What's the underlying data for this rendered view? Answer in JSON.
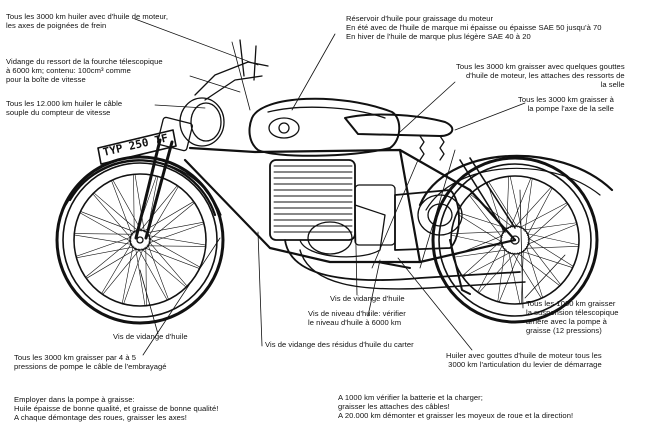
{
  "labels": {
    "brake_grips": "Tous les 3000 km huiler avec d'huile de moteur,\nles axes de poignées de frein",
    "fork_spring": "Vidange du ressort de la fourche télescopique\nà 6000 km; contenu: 100cm³ comme\npour la boîte de vitesse",
    "speedo_cable": "Tous les 12.000 km huiler le câble\nsouple du compteur de vitesse",
    "oil_reservoir": "Réservoir d'huile pour graissage du moteur\nEn été avec de l'huile de marque mi épaisse ou épaisse SAE 50 jusqu'à 70\nEn hiver de l'huile de marque plus légère SAE 40 à 20",
    "saddle_springs": "Tous les 3000 km graisser avec quelques gouttes\nd'huile de moteur, les attaches des ressorts de\nla selle",
    "saddle_axis": "Tous les 3000 km graisser à\nla pompe l'axe de la selle",
    "gearbox_drain": "Vis de vidange d'huile",
    "oil_level": "Vis de niveau d'huile: vérifier\nle niveau d'huile à 6000 km",
    "fork_drain": "Vis de vidange d'huile",
    "rear_suspension": "Tous les 1000 km graisser\nla suspension télescopique\narrière avec la pompe à\ngraisse (12 pressions)",
    "crankcase_drain": "Vis de vidange des résidus d'huile du carter",
    "clutch_cable": "Tous les 3000 km graisser par 4 à 5\npressions de pompe le câble de l'embrayagé",
    "kickstart": "Huiler avec gouttes d'huile de moteur tous les\n3000 km l'articulation du levier de démarrage",
    "grease_pump": "Employer dans la pompe à graisse:\nHuile épaisse de bonne qualité, et graisse de bonne qualité!\nA chaque démontage des roues, graisser les axes!",
    "battery_cables": "A 1000 km vérifier la batterie et la charger;\ngraisser les attaches des câbles!\nA 20.000 km démonter et graisser les moyeux de roue et la direction!"
  },
  "plate": "TYP 250 TF",
  "colors": {
    "ink": "#111111",
    "paper": "#ffffff"
  }
}
